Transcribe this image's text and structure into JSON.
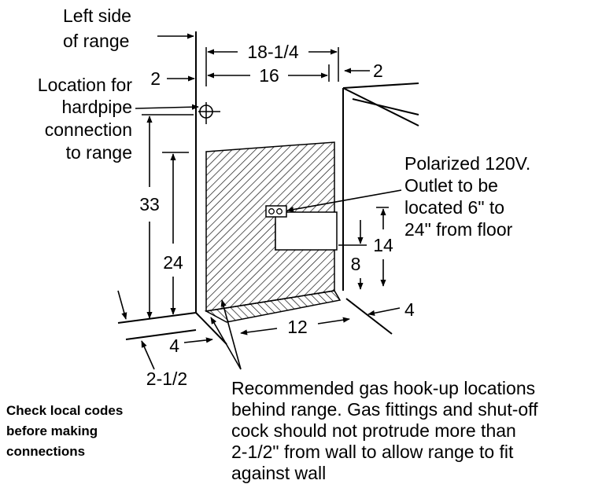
{
  "labels": {
    "left_side": [
      "Left side",
      "of range"
    ],
    "hardpipe": [
      "Location for",
      "hardpipe",
      "connection",
      "to range"
    ],
    "outlet": [
      "Polarized 120V.",
      "Outlet to be",
      "located 6\" to",
      "24\" from floor"
    ],
    "recommended": [
      "Recommended gas hook-up locations",
      "behind range. Gas fittings and shut-off",
      "cock should not protrude more than",
      "2-1/2\" from wall to allow range to fit",
      "against wall"
    ],
    "check": [
      "Check local codes",
      "before making",
      "connections"
    ]
  },
  "dimensions": {
    "width_outer": "18-1/4",
    "width_inner": "16",
    "left_offset": "2",
    "right_offset": "2",
    "height_33": "33",
    "height_24": "24",
    "height_14": "14",
    "height_8": "8",
    "width_12": "12",
    "side_4": "4",
    "bottom_4": "4",
    "depth_2_5": "2-1/2"
  }
}
